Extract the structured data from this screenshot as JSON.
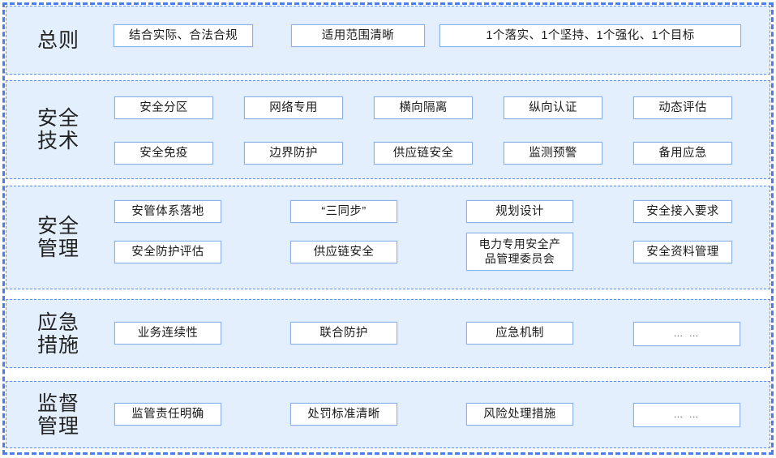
{
  "diagram": {
    "title_present": false,
    "colors": {
      "band_fill": "#e3effc",
      "band_border": "#5b8ff0",
      "outer_border": "#4a7ef0",
      "node_fill": "#ffffff",
      "node_border": "#8cb3e8",
      "text": "#1b1b1b"
    },
    "sections": [
      {
        "label": "总则",
        "nodes": [
          {
            "text": "结合实际、合法合规"
          },
          {
            "text": "适用范围清晰"
          },
          {
            "text": "1个落实、1个坚持、1个强化、1个目标"
          }
        ]
      },
      {
        "label": "安全\n技术",
        "nodes": [
          {
            "text": "安全分区"
          },
          {
            "text": "网络专用"
          },
          {
            "text": "横向隔离"
          },
          {
            "text": "纵向认证"
          },
          {
            "text": "动态评估"
          },
          {
            "text": "安全免疫"
          },
          {
            "text": "边界防护"
          },
          {
            "text": "供应链安全"
          },
          {
            "text": "监测预警"
          },
          {
            "text": "备用应急"
          }
        ]
      },
      {
        "label": "安全\n管理",
        "nodes": [
          {
            "text": "安管体系落地"
          },
          {
            "text": "“三同步”"
          },
          {
            "text": "规划设计"
          },
          {
            "text": "安全接入要求"
          },
          {
            "text": "安全防护评估"
          },
          {
            "text": "供应链安全"
          },
          {
            "text": "电力专用安全产\n品管理委员会"
          },
          {
            "text": "安全资料管理"
          }
        ]
      },
      {
        "label": "应急\n措施",
        "nodes": [
          {
            "text": "业务连续性"
          },
          {
            "text": "联合防护"
          },
          {
            "text": "应急机制"
          },
          {
            "text": "… …"
          }
        ]
      },
      {
        "label": "监督\n管理",
        "nodes": [
          {
            "text": "监管责任明确"
          },
          {
            "text": "处罚标准清晰"
          },
          {
            "text": "风险处理措施"
          },
          {
            "text": "… …"
          }
        ]
      }
    ]
  }
}
